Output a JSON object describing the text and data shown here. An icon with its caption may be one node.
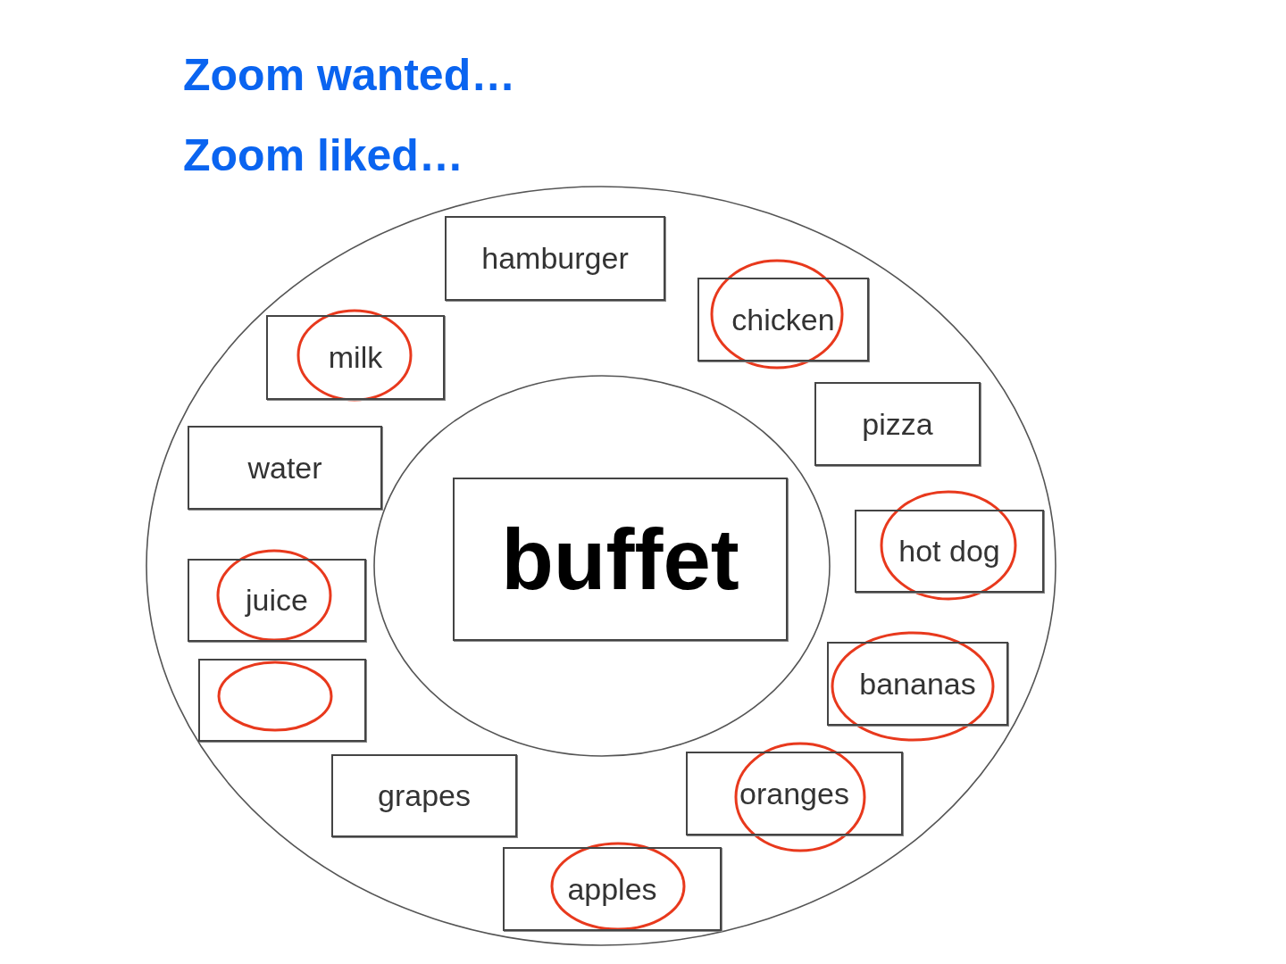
{
  "diagram": {
    "nodes": [
      {
        "text": [],
        "shape": "circle"
      },
      {
        "text": [],
        "shape": "circle",
        "in": 0
      },
      {
        "text": [
          "buffet"
        ],
        "in": 1
      },
      {
        "text": [
          "hamburger"
        ],
        "in": 0
      },
      {
        "text": [
          "chicken"
        ],
        "in": 0
      },
      {
        "text": [
          "milk"
        ],
        "in": 0
      },
      {
        "text": [
          "pizza"
        ],
        "in": 0
      },
      {
        "text": [
          "water"
        ],
        "in": 0
      },
      {
        "text": [
          "hot dog"
        ],
        "in": 0
      },
      {
        "text": [
          "juice"
        ],
        "in": 0
      },
      {
        "text": [
          "bananas"
        ],
        "in": 0
      },
      {
        "text": [],
        "shape": "box",
        "in": 0
      },
      {
        "text": [
          "grapes"
        ],
        "in": 0
      },
      {
        "text": [
          "oranges"
        ],
        "in": 0
      },
      {
        "text": [
          "apples"
        ],
        "in": 0
      }
    ],
    "labels": [
      "Zoom wanted…",
      "Zoom liked…"
    ]
  }
}
